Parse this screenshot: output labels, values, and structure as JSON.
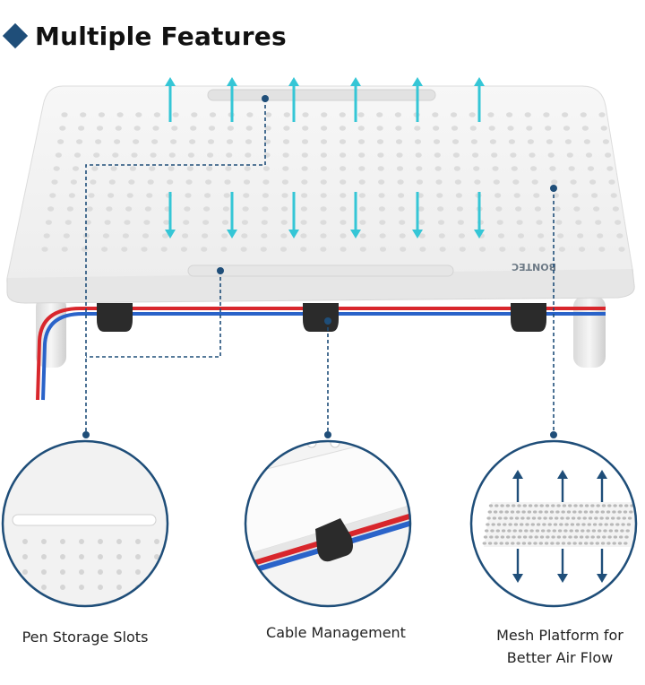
{
  "header": {
    "title": "Multiple Features"
  },
  "product": {
    "brand": "BONTEC"
  },
  "features": [
    {
      "label": "Pen Storage Slots"
    },
    {
      "label": "Cable Management"
    },
    {
      "label": "Mesh Platform for Better Air Flow"
    }
  ],
  "colors": {
    "accent": "#1f4e79",
    "airflow_arrow": "#35c6d6",
    "cable_red": "#d8262c",
    "cable_blue": "#2a63c9",
    "clip": "#2b2b2b"
  },
  "icons": [
    "diamond-bullet-icon",
    "airflow-arrow-icon",
    "cable-clip-icon",
    "callout-dot-icon"
  ]
}
